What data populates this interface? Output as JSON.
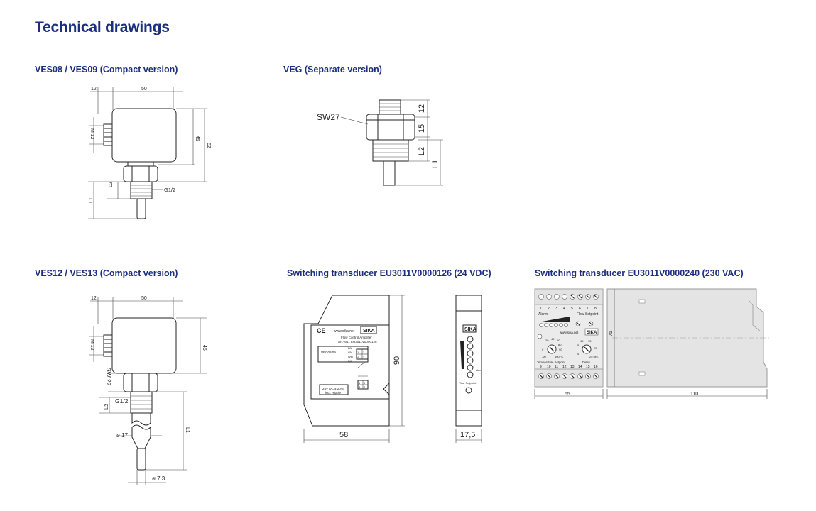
{
  "page": {
    "title": "Technical drawings",
    "text_color": "#1b2f7e"
  },
  "drawings": {
    "ves08": {
      "caption": "VES08 / VES09 (Compact version)",
      "dims": {
        "d12": "12",
        "d50": "50",
        "d45": "45",
        "d62": "62",
        "m12": "M 12",
        "g12": "G1/2",
        "l2": "L2",
        "l1": "L1"
      }
    },
    "veg": {
      "caption": "VEG (Separate version)",
      "dims": {
        "sw": "SW27",
        "d12": "12",
        "d15": "15",
        "l2": "L2",
        "l1": "L1"
      }
    },
    "ves12": {
      "caption": "VES12 / VES13 (Compact version)",
      "dims": {
        "d12": "12",
        "d50": "50",
        "d45": "45",
        "m12": "M 12",
        "sw": "SW 27",
        "g12": "G1/2",
        "l2": "L2",
        "l1": "L1",
        "dia17": "ø 17",
        "dia73": "ø 7,3"
      }
    },
    "eu24": {
      "caption": "Switching transducer EU3011V0000126 (24 VDC)",
      "dims": {
        "d58": "58",
        "d90": "90",
        "d175": "17,5"
      },
      "labels": {
        "ce": "CE",
        "url": "www.sika.net",
        "brand": "SIKA",
        "product": "Flow Control Amplifier",
        "artno": "Art.-No.: EU3011V0000126",
        "model": "VEG08/09",
        "w_bn": "BN",
        "w_gn": "GN",
        "w_wh": "WH",
        "w_bk": "BK",
        "supply": "24V DC ± 20%",
        "ripple": "incl. Ripple",
        "t1": "1",
        "t2": "2",
        "t3": "3",
        "t4": "4",
        "t5": "5",
        "t6": "6",
        "t7": "7",
        "t8": "8",
        "alarm_small": "Alarm",
        "flow_setpoint": "Flow Setpoint"
      }
    },
    "eu230": {
      "caption": "Switching transducer EU3011V0000240 (230 VAC)",
      "dims": {
        "d55": "55",
        "d110": "110",
        "d75": "75"
      },
      "labels": {
        "top_nums": [
          "1",
          "2",
          "3",
          "4",
          "5",
          "6",
          "7",
          "8"
        ],
        "bottom_nums": [
          "9",
          "10",
          "11",
          "12",
          "13",
          "14",
          "15",
          "16"
        ],
        "alarm": "Alarm",
        "flow_setpoint": "Flow Setpoint",
        "url": "www.sika.net",
        "brand": "SIKA",
        "temp_setpoint": "Temperature Setpoint",
        "delay": "Delay",
        "k_40": "40",
        "k_60": "60",
        "k_20": "20",
        "k_80": "80",
        "k_0": "0",
        "k_90": "90",
        "k_m20": "-20",
        "k_100": "100 °C",
        "d_10": "10",
        "d_15": "15",
        "d_5": "5",
        "d_20": "20",
        "d_0": "0",
        "d_25": "25 sec."
      }
    }
  }
}
